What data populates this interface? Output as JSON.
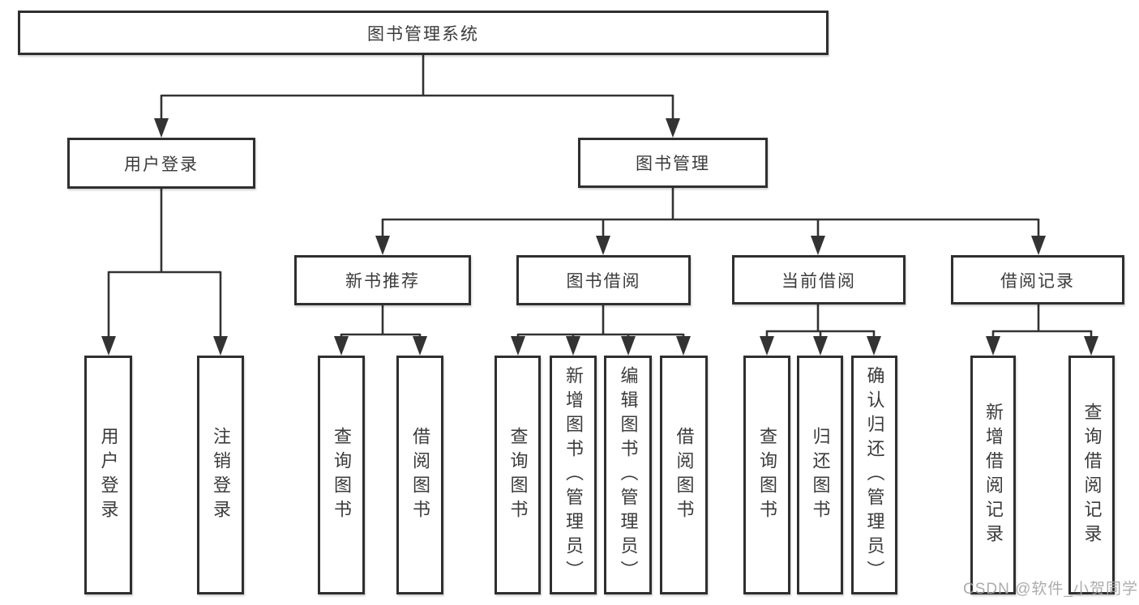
{
  "diagram": {
    "title": "图书管理系统",
    "branches": [
      {
        "label": "用户登录",
        "children": [
          {
            "label": "用户登录"
          },
          {
            "label": "注销登录"
          }
        ]
      },
      {
        "label": "图书管理",
        "children": [
          {
            "label": "新书推荐",
            "children": [
              {
                "label": "查询图书"
              },
              {
                "label": "借阅图书"
              }
            ]
          },
          {
            "label": "图书借阅",
            "children": [
              {
                "label": "查询图书"
              },
              {
                "label": "新增图书（管理员）"
              },
              {
                "label": "编辑图书（管理员）"
              },
              {
                "label": "借阅图书"
              }
            ]
          },
          {
            "label": "当前借阅",
            "children": [
              {
                "label": "查询图书"
              },
              {
                "label": "归还图书"
              },
              {
                "label": "确认归还（管理员）"
              }
            ]
          },
          {
            "label": "借阅记录",
            "children": [
              {
                "label": "新增借阅记录"
              },
              {
                "label": "查询借阅记录"
              }
            ]
          }
        ]
      }
    ]
  },
  "watermark": {
    "text": "CSDN @软件_小贺同学"
  },
  "colors": {
    "line": "#333333",
    "box_border": "#2f2f2f",
    "text": "#3b3b3b",
    "watermark": "#a5a5a5",
    "background": "#ffffff"
  }
}
